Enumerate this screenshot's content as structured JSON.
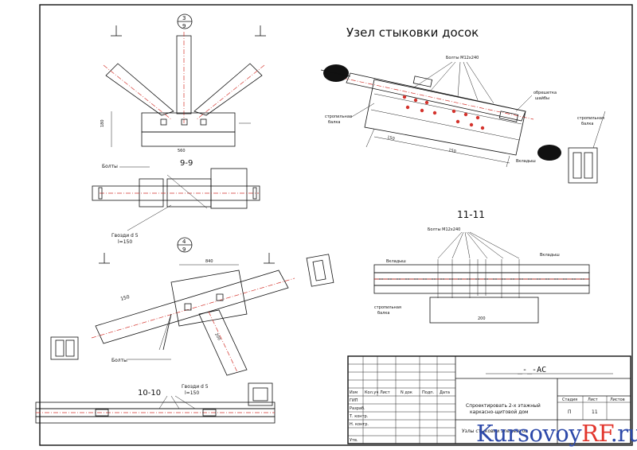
{
  "sheet": {
    "title_main": "Узел стыковки досок",
    "section_99": "9-9",
    "section_1010": "10-10",
    "section_1111": "11-11",
    "node3": {
      "top": "3",
      "bottom": "9"
    },
    "node4": {
      "top": "4",
      "bottom": "9"
    },
    "labels": {
      "bolts_m12_main": "Болты М12х240",
      "bolts_m12_1111": "Болты М12х240",
      "bolts_99": "Болты",
      "bolts_lower": "Болты",
      "washers_99": "Гвозди d 5",
      "washers_99_len": "l=150",
      "washers_1010": "Гвозди d 5",
      "washers_1010_len": "l=150",
      "plank_1111": "Вкладыш",
      "plank_main": "Вкладыш",
      "rafter": "стропильная",
      "rafter_word2": "балка",
      "cover": "обрешетка",
      "washer_word": "шайбы",
      "dim_840": "840",
      "dim_560": "560",
      "dim_180": "180",
      "dim_200": "200",
      "dim_150": "150"
    },
    "stamp": {
      "code": "_-_-АС",
      "headers": [
        "Изм",
        "Кол.уч",
        "Лист",
        "N док",
        "Подп.",
        "Дата"
      ],
      "roles": [
        "ГИП",
        "Разраб.",
        "Т. контр.",
        "Н. контр.",
        "Утв."
      ],
      "description_line1": "Спроектировать 2-х этажный",
      "description_line2": "каркасно-щитовой дом",
      "stage_label": "Стадия",
      "sheet_label": "Лист",
      "sheets_label": "Листов",
      "stage_value": "П",
      "sheet_value": "11",
      "drawing_name": "Узлы стыковки элементов"
    }
  },
  "watermark": {
    "text_main": "Kursovoy",
    "text_accent": "RF",
    "text_tail": ".ru"
  },
  "colors": {
    "ink": "#111111",
    "axis": "#d4332c",
    "watermark_blue": "#2d49a9",
    "watermark_red": "#e2352c"
  }
}
